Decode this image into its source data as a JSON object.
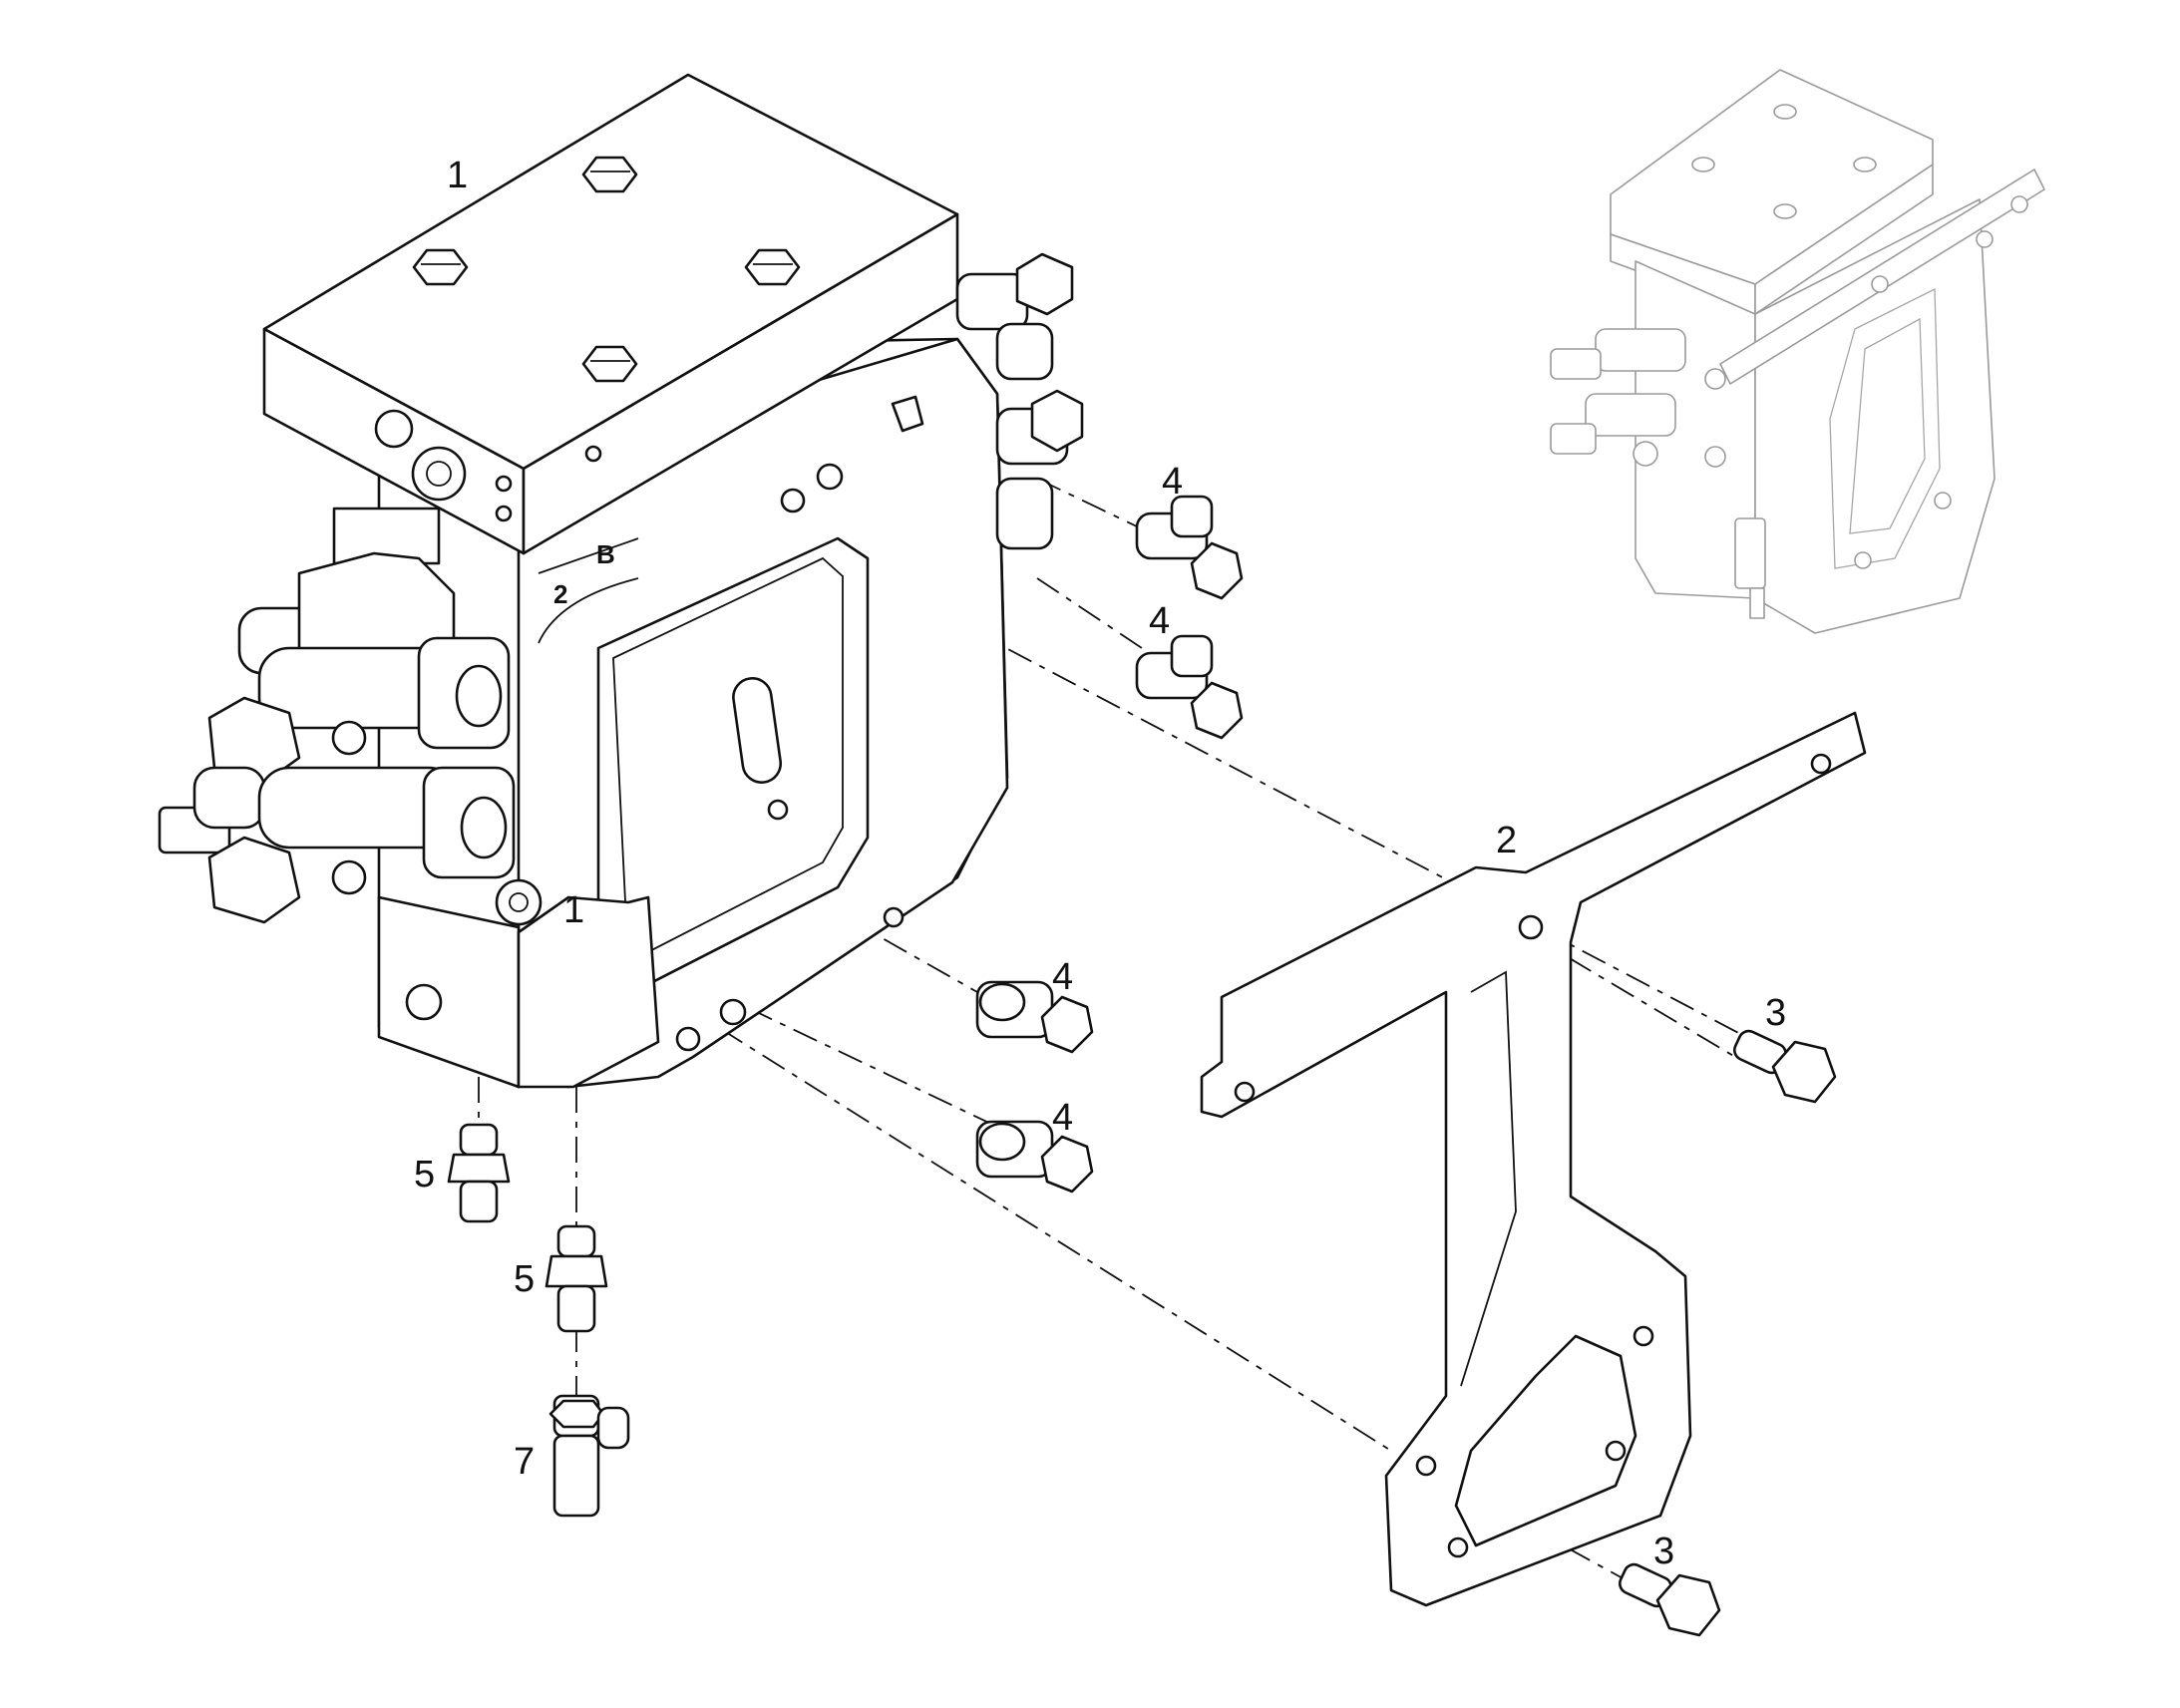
{
  "callouts": {
    "valve_block": "1",
    "valve_block_section": "1",
    "mounting_plate": "2",
    "bolt_upper": "3",
    "bolt_lower": "3",
    "elbow_fitting_a": "4",
    "elbow_fitting_b": "4",
    "tee_fitting_a": "4",
    "tee_fitting_b": "4",
    "adapter_left": "5",
    "adapter_center": "5",
    "swivel_tee": "7"
  },
  "body_stamps": {
    "section_2": "2",
    "section_b": "B"
  },
  "colors": {
    "line": "#111111",
    "ghost_line": "#9a9a9a",
    "background": "#ffffff"
  }
}
